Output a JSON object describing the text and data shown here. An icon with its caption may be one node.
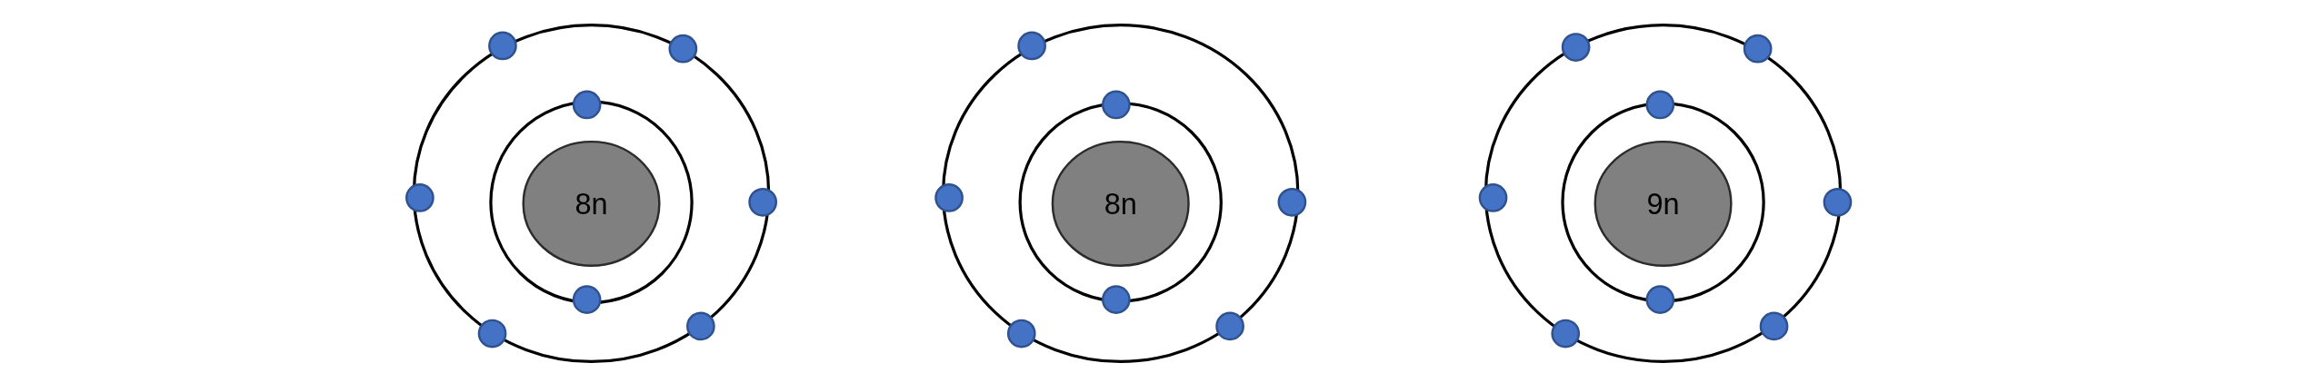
{
  "diagram": {
    "nodes": [
      {
        "text": [
          "8n"
        ]
      },
      {
        "text": [],
        "shape": "circle"
      },
      {
        "text": [],
        "shape": "circle"
      },
      {
        "text": [],
        "shape": "circle"
      },
      {
        "text": [],
        "shape": "circle"
      },
      {
        "text": [],
        "shape": "circle"
      },
      {
        "text": [],
        "shape": "circle"
      },
      {
        "text": [],
        "shape": "circle"
      },
      {
        "text": [],
        "shape": "circle"
      },
      {
        "text": [
          "8n"
        ]
      },
      {
        "text": [],
        "shape": "circle"
      },
      {
        "text": [],
        "shape": "circle"
      },
      {
        "text": [],
        "shape": "circle"
      },
      {
        "text": [],
        "shape": "circle"
      },
      {
        "text": [],
        "shape": "circle"
      },
      {
        "text": [],
        "shape": "circle"
      },
      {
        "text": [],
        "shape": "circle"
      },
      {
        "text": [
          "9n"
        ]
      },
      {
        "text": [],
        "shape": "circle"
      },
      {
        "text": [],
        "shape": "circle"
      },
      {
        "text": [],
        "shape": "circle"
      },
      {
        "text": [],
        "shape": "circle"
      },
      {
        "text": [],
        "shape": "circle"
      },
      {
        "text": [],
        "shape": "circle"
      },
      {
        "text": [],
        "shape": "circle"
      },
      {
        "text": [],
        "shape": "circle"
      }
    ]
  }
}
